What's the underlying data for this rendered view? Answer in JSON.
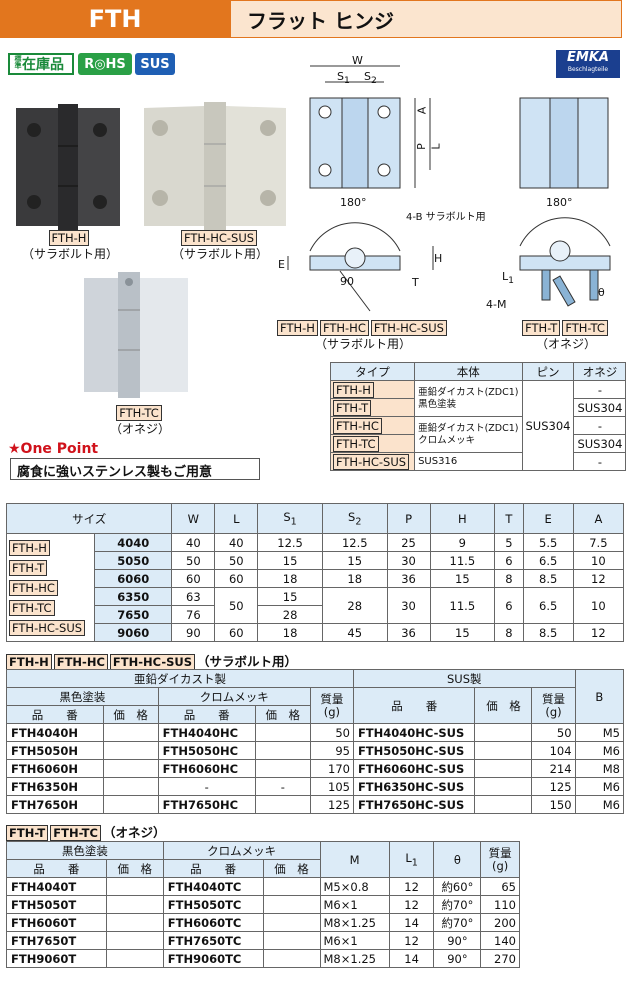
{
  "header": {
    "code": "FTH",
    "title": "フラット ヒンジ"
  },
  "badges": {
    "stock_top": "標準",
    "stock": "在庫品",
    "rohs": "R◎HS",
    "sus": "SUS",
    "brand": "EMKA",
    "brand_sub": "Beschlagteile"
  },
  "photos": {
    "fth_h": "FTH-H",
    "fth_h_sub": "（サラボルト用）",
    "fth_hc_sus": "FTH-HC-SUS",
    "fth_hc_sus_sub": "（サラボルト用）",
    "fth_tc": "FTH-TC",
    "fth_tc_sub": "（オネジ）"
  },
  "one_point": {
    "title": "★One Point",
    "text": "腐食に強いステンレス製もご用意"
  },
  "drawing": {
    "w": "W",
    "s1": "S",
    "s1_sub": "1",
    "s2": "S",
    "s2_sub": "2",
    "p": "P",
    "a": "A",
    "l": "L",
    "deg180a": "180°",
    "deg180b": "180°",
    "bolt": "4-B サラボルト用",
    "e": "E",
    "h": "H",
    "t": "T",
    "deg90": "90",
    "l1": "L",
    "l1_sub": "1",
    "m": "4-M",
    "theta": "θ",
    "tags_left": [
      "FTH-H",
      "FTH-HC",
      "FTH-HC-SUS"
    ],
    "left_sub": "（サラボルト用）",
    "tags_right": [
      "FTH-T",
      "FTH-TC"
    ],
    "right_sub": "（オネジ）"
  },
  "material_table": {
    "headers": [
      "タイプ",
      "本体",
      "ピン",
      "オネジ"
    ],
    "types": [
      "FTH-H",
      "FTH-T",
      "FTH-HC",
      "FTH-TC",
      "FTH-HC-SUS"
    ],
    "body1": "亜鉛ダイカスト(ZDC1)",
    "body1b": "黒色塗装",
    "body2": "亜鉛ダイカスト(ZDC1)",
    "body2b": "クロムメッキ",
    "body3": "SUS316",
    "pin": "SUS304",
    "screw": [
      "-",
      "SUS304",
      "-",
      "SUS304",
      "-"
    ]
  },
  "size_table": {
    "headers": [
      "サイズ",
      "W",
      "L",
      "S",
      "P",
      "H",
      "T",
      "E",
      "A"
    ],
    "s1": "S",
    "s1_sub": "1",
    "s2": "S",
    "s2_sub": "2",
    "types": [
      "FTH-H",
      "FTH-T",
      "FTH-HC",
      "FTH-TC",
      "FTH-HC-SUS"
    ],
    "rows": [
      [
        "4040",
        "40",
        "40",
        "12.5",
        "12.5",
        "25",
        "9",
        "5",
        "5.5",
        "7.5"
      ],
      [
        "5050",
        "50",
        "50",
        "15",
        "15",
        "30",
        "11.5",
        "6",
        "6.5",
        "10"
      ],
      [
        "6060",
        "60",
        "60",
        "18",
        "18",
        "36",
        "15",
        "8",
        "8.5",
        "12"
      ],
      [
        "6350",
        "63",
        "",
        "15",
        "",
        "",
        "",
        "",
        "",
        ""
      ],
      [
        "7650",
        "76",
        "",
        "28",
        "",
        "",
        "",
        "",
        "",
        ""
      ],
      [
        "9060",
        "90",
        "60",
        "18",
        "45",
        "36",
        "15",
        "8",
        "8.5",
        "12"
      ]
    ],
    "merged": {
      "l": "50",
      "s2": "28",
      "p": "30",
      "h": "11.5",
      "t": "6",
      "e": "6.5",
      "a": "10"
    }
  },
  "table2": {
    "tags": [
      "FTH-H",
      "FTH-HC",
      "FTH-HC-SUS"
    ],
    "title": "（サラボルト用）",
    "zinc": "亜鉛ダイカスト製",
    "sus": "SUS製",
    "black": "黒色塗装",
    "chrome": "クロムメッキ",
    "hin": "品　　番",
    "price": "価　格",
    "weight": "質量",
    "weight_unit": "(g)",
    "b": "B",
    "rows": [
      [
        "FTH4040H",
        "FTH4040HC",
        "50",
        "FTH4040HC-SUS",
        "50",
        "M5"
      ],
      [
        "FTH5050H",
        "FTH5050HC",
        "95",
        "FTH5050HC-SUS",
        "104",
        "M6"
      ],
      [
        "FTH6060H",
        "FTH6060HC",
        "170",
        "FTH6060HC-SUS",
        "214",
        "M8"
      ],
      [
        "FTH6350H",
        "-",
        "105",
        "FTH6350HC-SUS",
        "125",
        "M6"
      ],
      [
        "FTH7650H",
        "FTH7650HC",
        "125",
        "FTH7650HC-SUS",
        "150",
        "M6"
      ]
    ],
    "dash": "-"
  },
  "table3": {
    "tags": [
      "FTH-T",
      "FTH-TC"
    ],
    "title": "（オネジ）",
    "black": "黒色塗装",
    "chrome": "クロムメッキ",
    "hin": "品　　番",
    "price": "価　格",
    "m": "M",
    "l1": "L",
    "l1_sub": "1",
    "theta": "θ",
    "weight": "質量",
    "weight_unit": "(g)",
    "rows": [
      [
        "FTH4040T",
        "FTH4040TC",
        "M5×0.8",
        "12",
        "約60°",
        "65"
      ],
      [
        "FTH5050T",
        "FTH5050TC",
        "M6×1",
        "12",
        "約70°",
        "110"
      ],
      [
        "FTH6060T",
        "FTH6060TC",
        "M8×1.25",
        "14",
        "約70°",
        "200"
      ],
      [
        "FTH7650T",
        "FTH7650TC",
        "M6×1",
        "12",
        "90°",
        "140"
      ],
      [
        "FTH9060T",
        "FTH9060TC",
        "M8×1.25",
        "14",
        "90°",
        "270"
      ]
    ]
  }
}
